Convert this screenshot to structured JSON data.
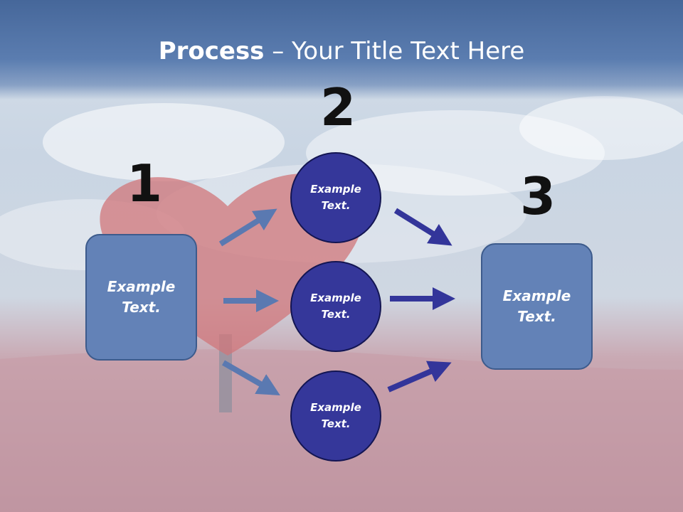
{
  "title": {
    "bold": "Process",
    "rest": " – Your Title Text Here"
  },
  "steps": [
    {
      "number": "1",
      "label": "Example\nText."
    },
    {
      "number": "2",
      "circles": [
        "Example\nText.",
        "Example\nText.",
        "Example\nText."
      ]
    },
    {
      "number": "3",
      "label": "Example\nText."
    }
  ],
  "colors": {
    "box_fill": "#6382b7",
    "circle_fill": "#35379a",
    "left_arrow": "#5a79b1",
    "right_arrow": "#33359a"
  }
}
